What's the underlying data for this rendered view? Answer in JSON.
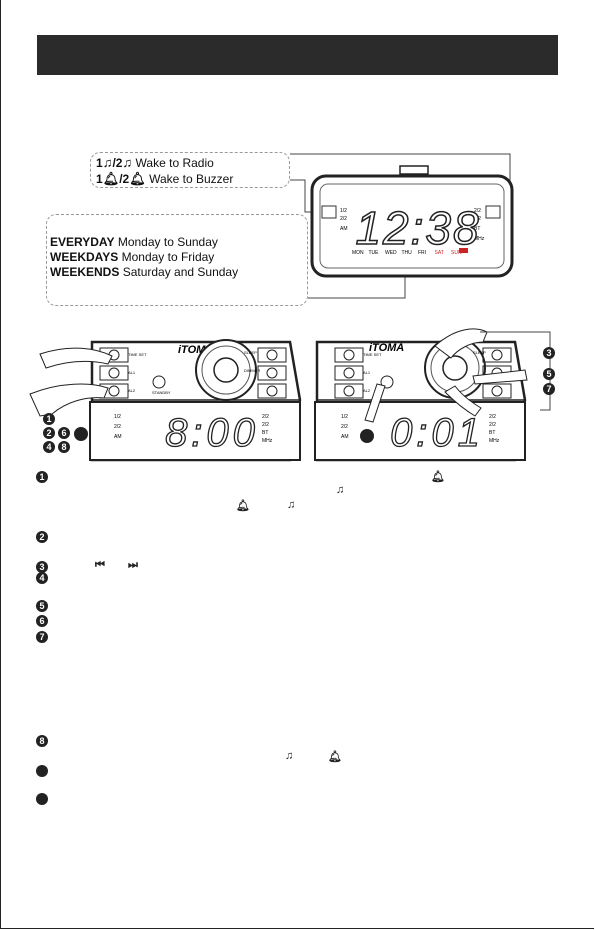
{
  "legend_radio": {
    "prefix": "1",
    "sep": "/2",
    "label": "Wake to Radio"
  },
  "legend_buzzer": {
    "prefix": "1",
    "sep": "/2",
    "label": "Wake to Buzzer"
  },
  "everyday": {
    "term": "EVERYDAY",
    "desc": "Monday to Sunday"
  },
  "weekdays": {
    "term": "WEEKDAYS",
    "desc": "Monday to Friday"
  },
  "weekends": {
    "term": "WEEKENDS",
    "desc": "Saturday and Sunday"
  },
  "top_display": {
    "time": "12:38",
    "left_labels": [
      "1/2",
      "2/2",
      "AM"
    ],
    "right_labels": [
      "2/2",
      "2/2",
      "BT"
    ],
    "days": [
      "MON",
      "TUE",
      "WED",
      "THU",
      "FRI",
      "SAT",
      "SUN"
    ],
    "mhz": "MHz"
  },
  "left_clock": {
    "brand": "iTOMA",
    "time": "8:00",
    "left_labels": [
      "1/2",
      "2/2",
      "AM"
    ],
    "right_labels": [
      "2/2",
      "2/2",
      "BT",
      "MHz"
    ],
    "button_labels": [
      "TIME SET",
      "AL1",
      "AL2"
    ],
    "right_button_labels": [
      "SLEEP",
      "DIMMER",
      ""
    ],
    "standby": "STANDBY"
  },
  "right_clock": {
    "brand": "iTOMA",
    "time": "0:01",
    "left_labels": [
      "1/2",
      "2/2",
      "AM"
    ],
    "right_labels": [
      "2/2",
      "2/2",
      "BT",
      "MHz"
    ],
    "button_labels": [
      "TIME SET",
      "AL1",
      "AL2"
    ],
    "right_button_labels": [
      "SLEEP",
      "",
      ""
    ]
  },
  "callout_numbers": [
    "1",
    "2",
    "6",
    "4",
    "8",
    "3",
    "5",
    "7"
  ],
  "step_numbers": [
    "1",
    "2",
    "3",
    "4",
    "5",
    "6",
    "7",
    "8"
  ]
}
